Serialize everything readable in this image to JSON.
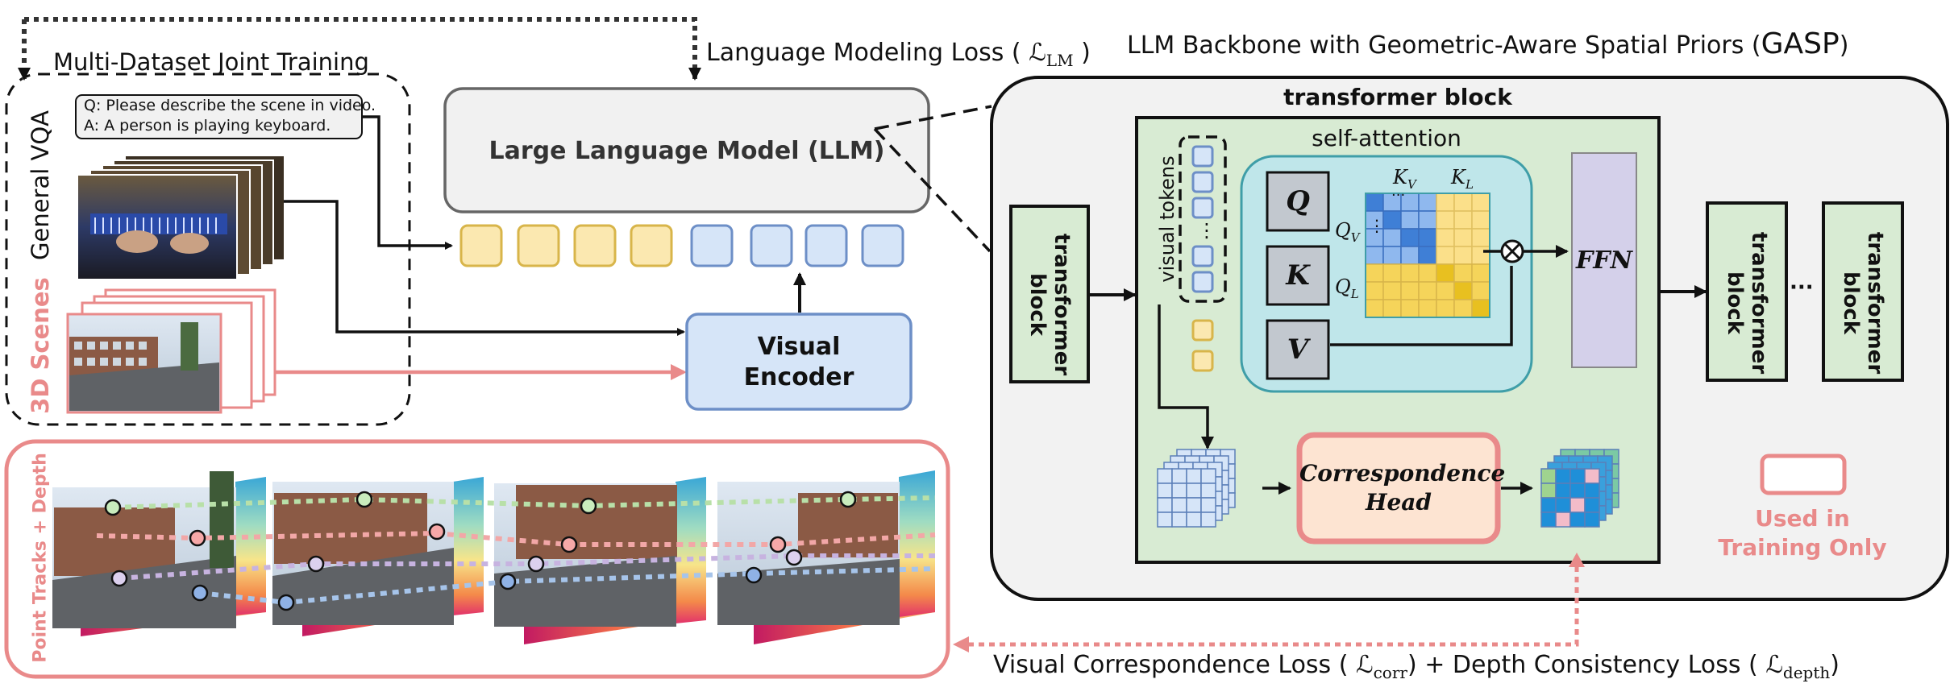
{
  "top_left": {
    "title": "Multi-Dataset Joint Training",
    "general_vqa_label": "General VQA",
    "question": "Q: Please describe the scene in video.",
    "answer": "A: A person is playing keyboard.",
    "scenes_label": "3D Scenes"
  },
  "lm_loss": {
    "text": "Language Modeling Loss (",
    "symbol": "ℒ",
    "subscript": "LM",
    "close": ")"
  },
  "llm": {
    "label": "Large Language Model (LLM)",
    "text_token_count": 4,
    "visual_token_count": 4
  },
  "encoder": {
    "line1": "Visual",
    "line2": "Encoder"
  },
  "point_tracks": {
    "label": "Point Tracks + Depth"
  },
  "backbone": {
    "title_prefix": "LLM Backbone with Geometric-Aware Spatial Priors (",
    "title_acronym": "GASP",
    "title_suffix": ")",
    "inner_title": "transformer block",
    "block_label": "transformer block",
    "self_attention": "self-attention",
    "visual_tokens": "visual tokens",
    "q": "Q",
    "k": "K",
    "v": "V",
    "kv_label": "K",
    "kv_sub": "V",
    "kl_label": "K",
    "kl_sub": "L",
    "qv_label": "Q",
    "qv_sub": "V",
    "ql_label": "Q",
    "ql_sub": "L",
    "ffn": "FFN",
    "corr_head_line1": "Correspondence",
    "corr_head_line2": "Head",
    "ellipsis": "···",
    "ellipsis_v": "⋮"
  },
  "legend": {
    "line1": "Used in",
    "line2": "Training Only"
  },
  "bottom_loss": {
    "part1": "Visual Correspondence Loss (",
    "sym1": "ℒ",
    "sub1": "corr",
    "close1": ")",
    "plus": " + Depth Consistency Loss (",
    "sym2": "ℒ",
    "sub2": "depth",
    "close2": ")"
  },
  "colors": {
    "pink": "#e98a8a",
    "green_fill": "#d8ebd3",
    "green_stroke": "#222222",
    "blue_fill": "#d6e5f8",
    "blue_stroke": "#6d8fc7",
    "yellow_fill": "#fbe8b0",
    "yellow_stroke": "#d8b54a",
    "teal_fill": "#bfe6ea",
    "teal_stroke": "#3f9ea8",
    "purple_fill": "#d4d0ea",
    "qk_fill": "#c2c8cf",
    "head_fill": "#fde4d2",
    "track_green": "#b8e0a8",
    "track_pink": "#f2a7a7",
    "track_purple": "#c7b3e0",
    "track_blue": "#a6c4ea"
  }
}
